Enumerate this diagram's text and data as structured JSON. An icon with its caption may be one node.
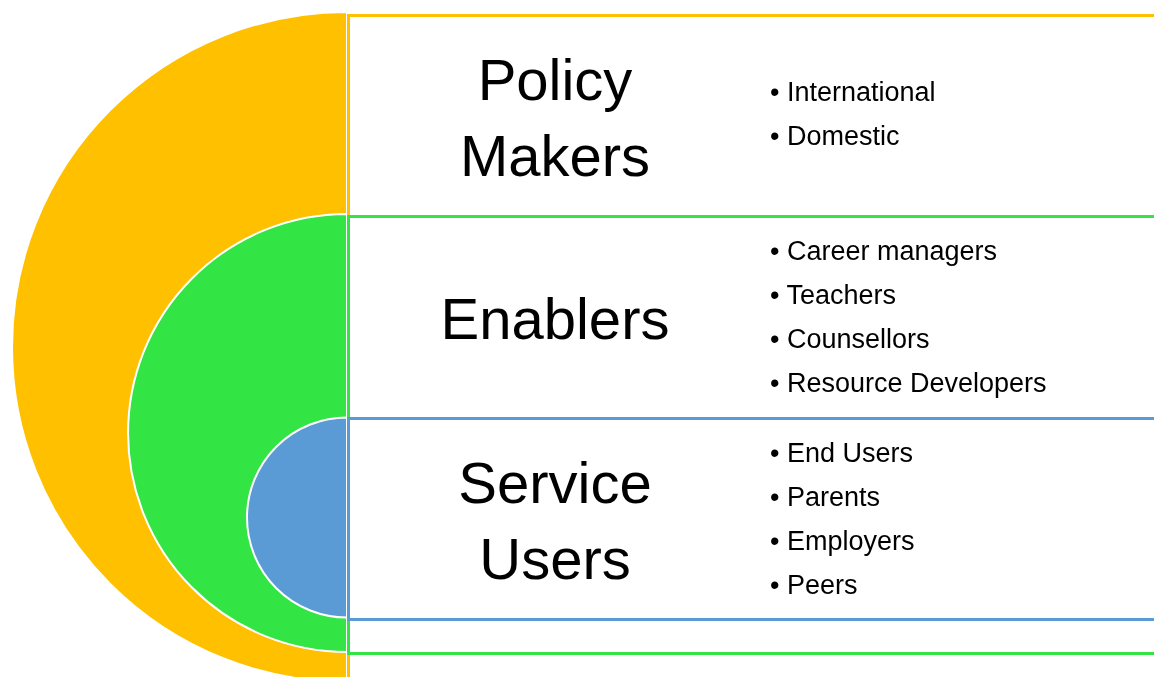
{
  "diagram": {
    "nodes": [
      {
        "text": [
          "Policy Makers",
          "• International",
          "• Domestic"
        ]
      },
      {
        "text": [
          "Enablers",
          "• Career managers",
          "• Teachers",
          "• Counsellors",
          "• Resource Developers"
        ],
        "in": 0
      },
      {
        "text": [
          "Service Users",
          "• End Users",
          "• Parents",
          "• Employers",
          "• Peers"
        ],
        "in": 1
      }
    ]
  }
}
